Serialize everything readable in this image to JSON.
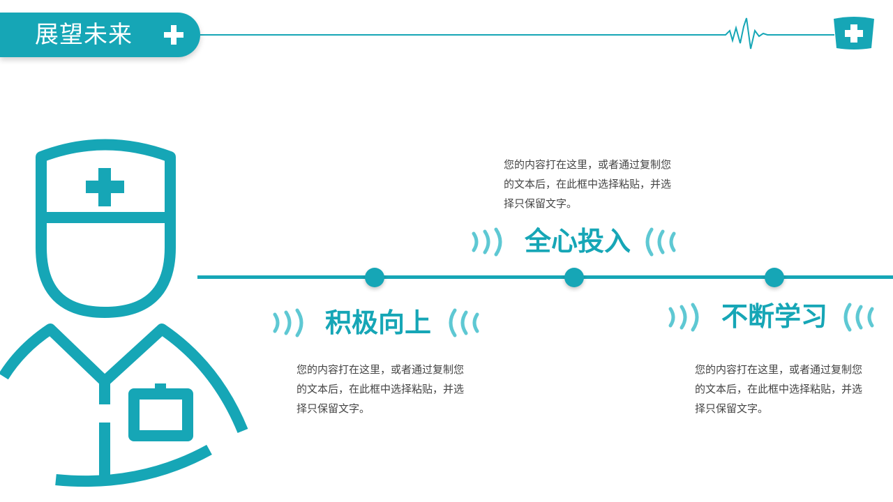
{
  "header": {
    "title": "展望未来"
  },
  "colors": {
    "accent": "#16a6b6",
    "text": "#444444",
    "background": "#ffffff"
  },
  "icons": {
    "title_plus": "plus-icon",
    "heartbeat": "heartbeat-line-icon",
    "badge": "medical-cross-badge-icon",
    "doctor": "doctor-figure-icon",
    "wave_open": "sound-wave-right-icon",
    "wave_close": "sound-wave-left-icon"
  },
  "milestones": [
    {
      "title": "积极向上",
      "description": "您的内容打在这里，或者通过复制您的文本后，在此框中选择粘贴，并选择只保留文字。"
    },
    {
      "title": "全心投入",
      "description": "您的内容打在这里，或者通过复制您的文本后，在此框中选择粘贴，并选择只保留文字。"
    },
    {
      "title": "不断学习",
      "description": "您的内容打在这里，或者通过复制您的文本后，在此框中选择粘贴，并选择只保留文字。"
    }
  ]
}
